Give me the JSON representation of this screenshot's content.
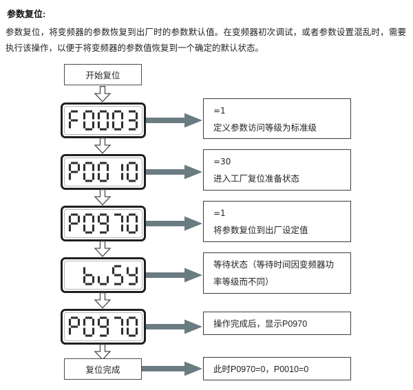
{
  "page": {
    "title": "参数复位:",
    "intro": "参数复位，将变频器的参数恢复到出厂时的参数默认值。在变频器初次调试，或者参数设置混乱时，需要执行该操作，以便于将变频器的参数值恢复到一个确定的默认状态。"
  },
  "flow": {
    "start_label": "开始复位",
    "end_label": "复位完成",
    "steps": [
      {
        "display": "F0003",
        "chars": [
          "F",
          "0",
          "0",
          "0",
          "3"
        ],
        "value": "=1",
        "desc": "定义参数访问等级为标准级"
      },
      {
        "display": "P0010",
        "chars": [
          "P",
          "0",
          "0",
          "1",
          "0"
        ],
        "value": "=30",
        "desc": "进入工厂复位准备状态"
      },
      {
        "display": "P0970",
        "chars": [
          "P",
          "0",
          "9",
          "7",
          "0"
        ],
        "value": "=1",
        "desc": "将参数复位到出厂设定值"
      },
      {
        "display": "buSY",
        "chars": [
          " ",
          "b",
          "u",
          "S",
          "Y"
        ],
        "value": "",
        "desc": "等待状态（等待时间因变频器功率等级而不同）"
      },
      {
        "display": "P0970",
        "chars": [
          "P",
          "0",
          "9",
          "7",
          "0"
        ],
        "value": "",
        "desc": "操作完成后，显示P0970"
      }
    ],
    "end_desc": "此时P0970=0，P0010=0"
  },
  "colors": {
    "right_arrow": "#6a7b82",
    "segment": "#2e2e2e",
    "display_border": "#1f1f1f",
    "box_border": "#3a3a3a"
  }
}
